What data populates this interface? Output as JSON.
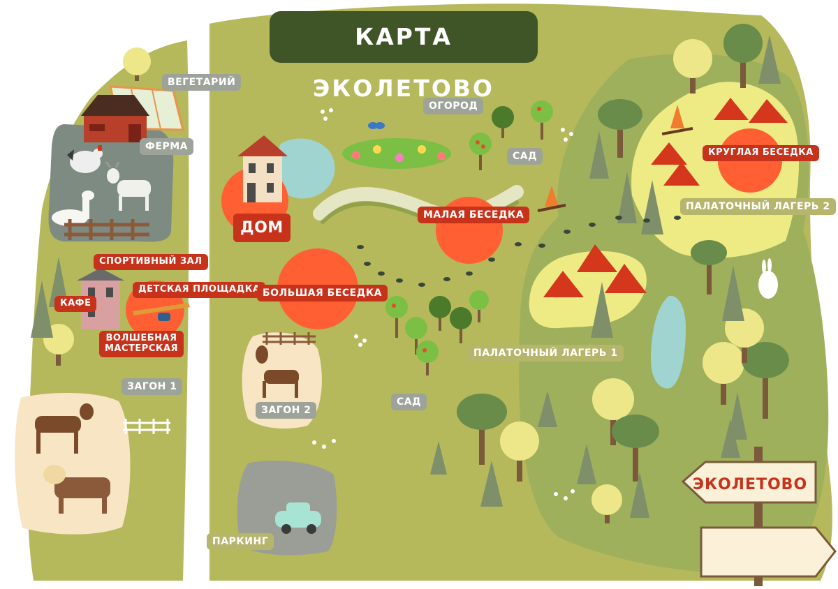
{
  "title": "КАРТА ЭКОЛЕТОВО",
  "palette": {
    "field": "#b5b85b",
    "forest": "#9fb05c",
    "meadow": "#eeeb85",
    "water": "#9fd4d1",
    "path": "#e5e7c4",
    "gazebo": "#ff5f33",
    "tent": "#d4371b",
    "label_grey": "#9ea39a",
    "label_red": "#c7321b",
    "label_olive": "#b6b56c",
    "title_bg": "#3f5427"
  },
  "labels": {
    "vegetary": "ВЕГЕТАРИЙ",
    "farm": "ФЕРМА",
    "garden_plot": "ОГОРОД",
    "orchard_top": "САД",
    "round_gazebo": "КРУГЛАЯ БЕСЕДКА",
    "camp2": "ПАЛАТОЧНЫЙ ЛАГЕРЬ 2",
    "house": "ДОМ",
    "small_gazebo": "МАЛАЯ БЕСЕДКА",
    "sports_hall": "СПОРТИВНЫЙ ЗАЛ",
    "playground": "ДЕТСКАЯ ПЛОЩАДКА",
    "cafe": "КАФЕ",
    "workshop_line1": "ВОЛШЕБНАЯ",
    "workshop_line2": "МАСТЕРСКАЯ",
    "big_gazebo": "БОЛЬШАЯ БЕСЕДКА",
    "camp1": "ПАЛАТОЧНЫЙ ЛАГЕРЬ 1",
    "pen1": "ЗАГОН 1",
    "pen2": "ЗАГОН 2",
    "orchard_bottom": "САД",
    "parking": "ПАРКИНГ"
  },
  "signpost": {
    "text": "ЭКОЛЕТОВО"
  },
  "icons": {
    "greenhouse": "greenhouse-icon",
    "barn": "barn-icon",
    "chicken": "chicken-icon",
    "goat": "goat-icon",
    "lama": "llama-icon",
    "house": "house-icon",
    "cafe_building": "building-icon",
    "seesaw": "seesaw-icon",
    "horse": "horse-icon",
    "pony": "pony-icon",
    "car": "car-icon",
    "tent": "tent-icon",
    "campfire": "campfire-icon",
    "hare": "hare-icon",
    "butterfly": "butterfly-icon",
    "tree": "tree-icon",
    "pine": "pine-tree-icon",
    "footprint": "footprint-icon",
    "signpost": "signpost-icon"
  }
}
